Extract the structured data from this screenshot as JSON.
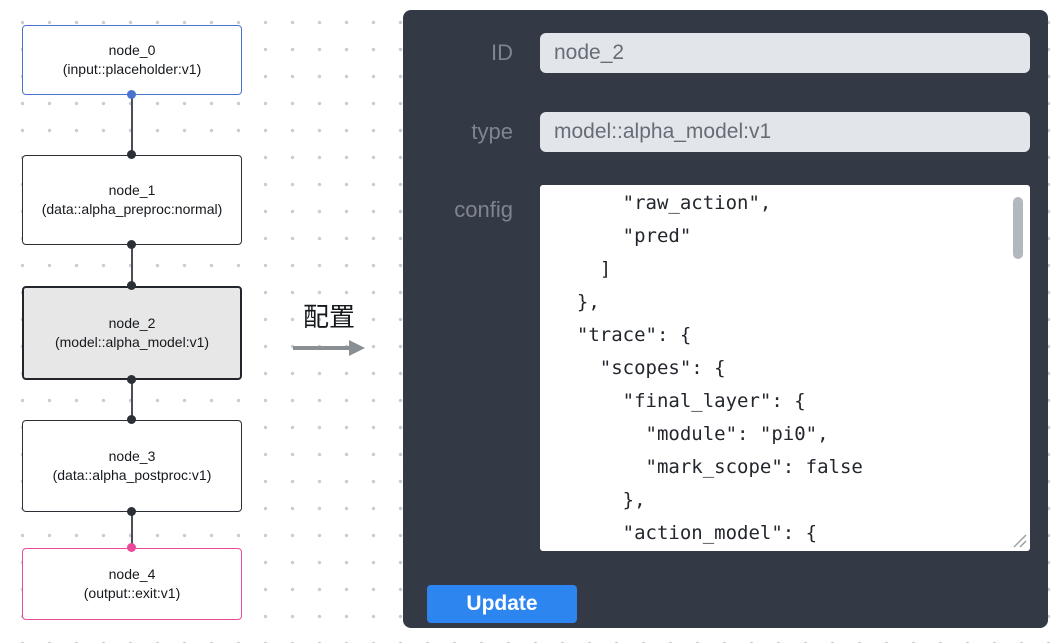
{
  "flowchart": {
    "nodes": [
      {
        "name": "node_0",
        "type": "(input::placeholder:v1)",
        "kind": "input"
      },
      {
        "name": "node_1",
        "type": "(data::alpha_preproc:normal)",
        "kind": "default"
      },
      {
        "name": "node_2",
        "type": "(model::alpha_model:v1)",
        "kind": "selected"
      },
      {
        "name": "node_3",
        "type": "(data::alpha_postproc:v1)",
        "kind": "default"
      },
      {
        "name": "node_4",
        "type": "(output::exit:v1)",
        "kind": "output"
      }
    ],
    "colors": {
      "input_accent": "#4a73d0",
      "output_accent": "#ea4a9c",
      "default_border": "#2b2f36",
      "selected_background": "#e7e7e7"
    }
  },
  "transition": {
    "label": "配置"
  },
  "panel": {
    "background": "#333a46",
    "accent": "#2d86f0",
    "fields": [
      {
        "label": "ID",
        "value": "node_2"
      },
      {
        "label": "type",
        "value": "model::alpha_model:v1"
      }
    ],
    "config": {
      "label": "config",
      "content": "      \"raw_action\",\n      \"pred\"\n    ]\n  },\n  \"trace\": {\n    \"scopes\": {\n      \"final_layer\": {\n        \"module\": \"pi0\",\n        \"mark_scope\": false\n      },\n      \"action_model\": {"
    },
    "update_button": "Update"
  }
}
